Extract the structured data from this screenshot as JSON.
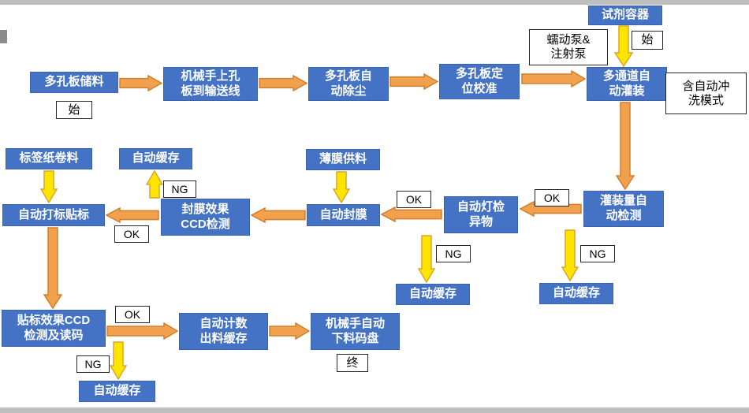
{
  "colors": {
    "node_fill": "#4472C4",
    "node_border": "#3A62AE",
    "node_text": "#FFFFFF",
    "label_border": "#262626",
    "slide_bar": "#BFBFBF",
    "orange_arrow": {
      "fill": "#F1A14E",
      "stroke": "#D0802B"
    },
    "yellow_arrow": {
      "fill": "#FFE400",
      "stroke": "#D9A62B"
    }
  },
  "nodes": {
    "reagent_container": "试剂容器",
    "plate_storage": "多孔板储料",
    "robot_load": "机械手上孔\n板到输送线",
    "dust_removal": "多孔板自\n动除尘",
    "position_calibration": "多孔板定\n位校准",
    "multichannel_filling": "多通道自\n动灌装",
    "filling_check": "灌装量自\n动检测",
    "lamp_inspection": "自动灯检\n异物",
    "film_supply": "薄膜供料",
    "auto_sealing": "自动封膜",
    "seal_ccd": "封膜效果\nCCD检测",
    "cache_seal": "自动缓存",
    "label_roll": "标签纸卷料",
    "auto_labeling": "自动打标贴标",
    "label_ccd": "贴标效果CCD\n检测及读码",
    "count_output": "自动计数\n出料缓存",
    "robot_unload": "机械手自动\n下料码盘",
    "cache_filling": "自动缓存",
    "cache_lamp": "自动缓存",
    "cache_label": "自动缓存"
  },
  "annotations": {
    "pump": "蠕动泵&\n注射泵",
    "rinse": "含自动冲\n洗模式"
  },
  "labels": {
    "start": "始",
    "end": "终",
    "ok": "OK",
    "ng": "NG"
  }
}
